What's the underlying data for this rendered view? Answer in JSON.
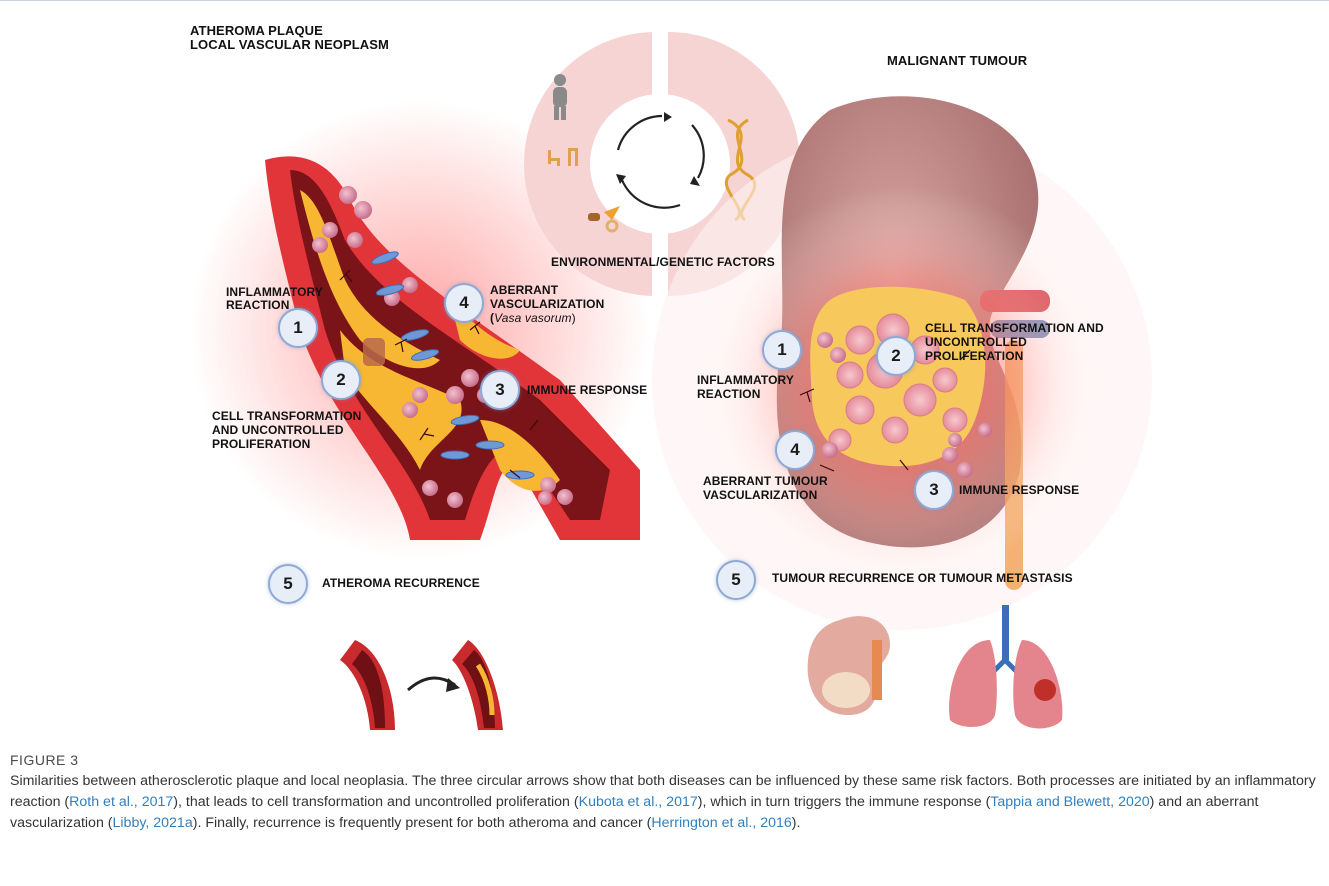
{
  "figure": {
    "left_title_line1": "ATHEROMA PLAQUE",
    "left_title_line2": "LOCAL VASCULAR NEOPLASM",
    "right_title": "MALIGNANT TUMOUR",
    "env_label": "ENVIRONMENTAL/GENETIC FACTORS",
    "left": {
      "step1_num": "1",
      "step1_label_l1": "INFLAMMATORY",
      "step1_label_l2": "REACTION",
      "step2_num": "2",
      "step2_label_l1": "CELL TRANSFORMATION",
      "step2_label_l2": "AND UNCONTROLLED",
      "step2_label_l3": "PROLIFERATION",
      "step3_num": "3",
      "step3_label": "IMMUNE RESPONSE",
      "step4_num": "4",
      "step4_label_l1": "ABERRANT",
      "step4_label_l2": "VASCULARIZATION",
      "step4_label_open": "(",
      "step4_label_italic": "Vasa vasorum",
      "step4_label_close": ")",
      "step5_num": "5",
      "step5_label": "ATHEROMA RECURRENCE"
    },
    "right": {
      "step1_num": "1",
      "step1_label_l1": "INFLAMMATORY",
      "step1_label_l2": "REACTION",
      "step2_num": "2",
      "step2_label_l1": "CELL TRANSFORMATION  AND",
      "step2_label_l2": "UNCONTROLLED",
      "step2_label_l3": "PROLIFERATION",
      "step3_num": "3",
      "step3_label": "IMMUNE RESPONSE",
      "step4_num": "4",
      "step4_label_l1": "ABERRANT TUMOUR",
      "step4_label_l2": "VASCULARIZATION",
      "step5_num": "5",
      "step5_label": "TUMOUR RECURRENCE OR TUMOUR METASTASIS"
    }
  },
  "caption": {
    "figure_label": "FIGURE 3",
    "t1": "Similarities between atherosclerotic plaque and local neoplasia. The three circular arrows show that both diseases can be influenced by these same risk factors. Both processes are initiated by an inflammatory reaction (",
    "r1": "Roth et al., 2017",
    "t2": "), that leads to cell transformation and uncontrolled proliferation (",
    "r2": "Kubota et al., 2017",
    "t3": "), which in turn triggers the immune response (",
    "r3": "Tappia and Blewett, 2020",
    "t4": ") and an aberrant vascularization (",
    "r4": "Libby, 2021a",
    "t5": "). Finally, recurrence is frequently present for both atheroma and cancer (",
    "r5": "Herrington et al., 2016",
    "t6": ")."
  },
  "colors": {
    "vessel_red": "#e2353a",
    "plaque_yellow": "#f7b733",
    "number_circle_fill": "#e8eef8",
    "number_circle_border": "#8fa9d6",
    "link_blue": "#2f7fc1",
    "risk_circle_pink": "#f6d4d4"
  }
}
